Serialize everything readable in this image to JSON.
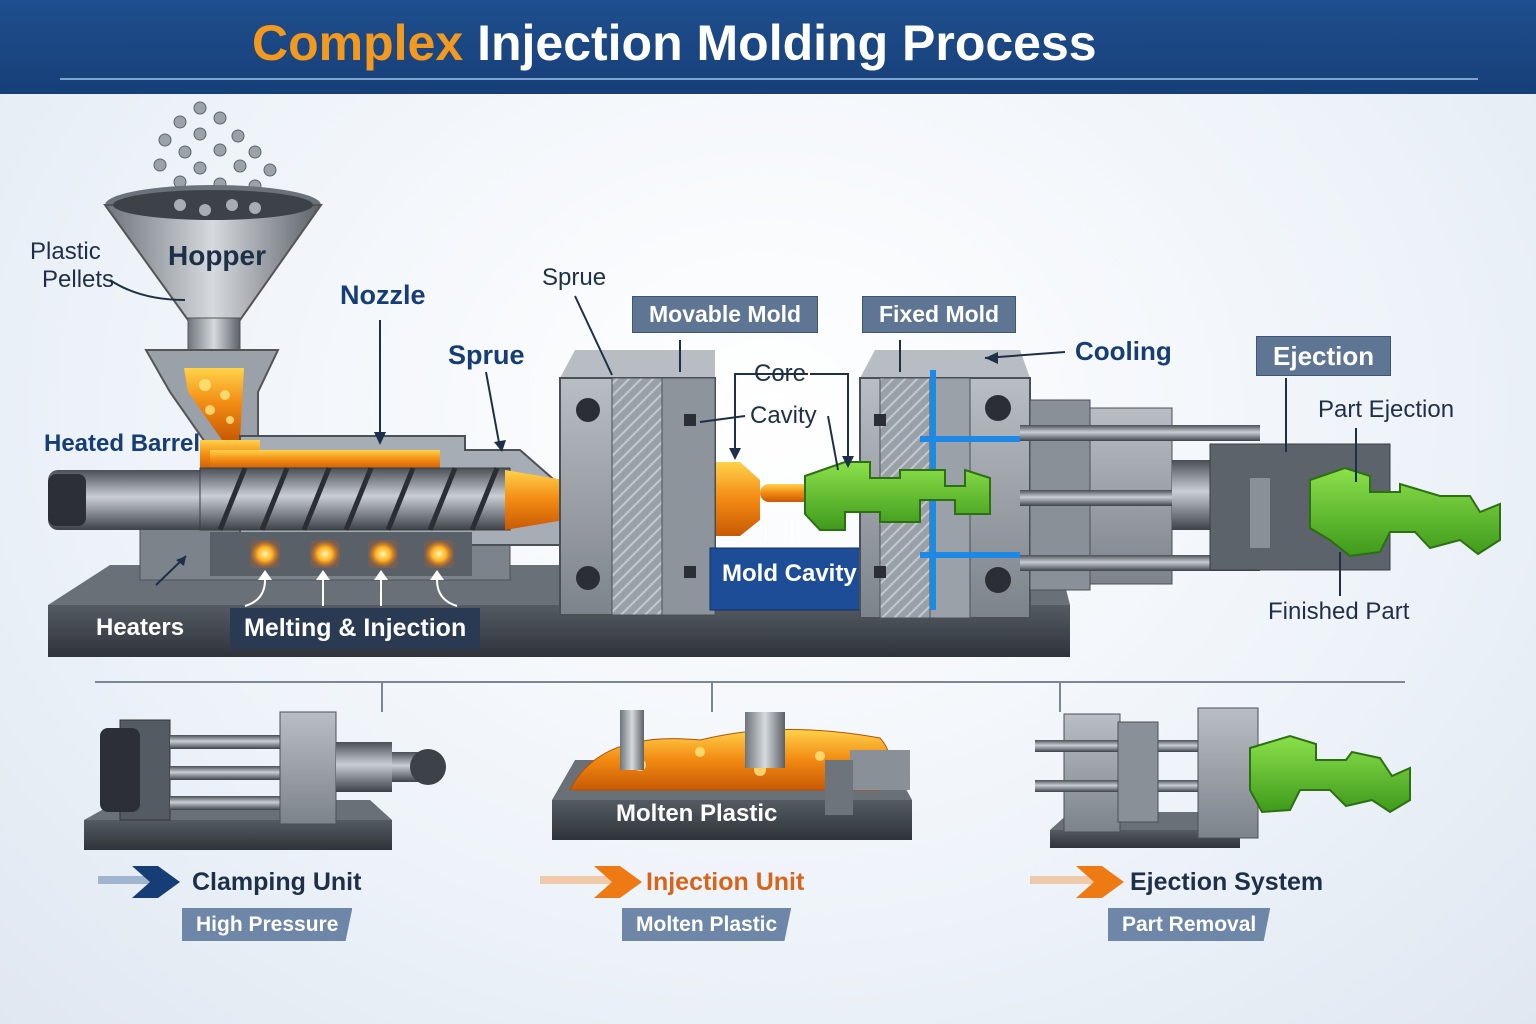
{
  "title": {
    "accent": "Complex",
    "rest": "Injection Molding Process"
  },
  "labels": {
    "plastic_pellets": [
      "Plastic",
      "Pellets"
    ],
    "hopper": "Hopper",
    "nozzle": "Nozzle",
    "sprue_top": "Sprue",
    "sprue": "Sprue",
    "heated_barrel": "Heated Barrel",
    "movable_mold": "Movable Mold",
    "fixed_mold": "Fixed Mold",
    "cooling": "Cooling",
    "core": "Core",
    "cavity": "Cavity",
    "mold_cavity": "Mold Cavity",
    "ejection": "Ejection",
    "part_ejection": "Part Ejection",
    "finished_part": "Finished Part",
    "heaters": "Heaters",
    "melting_injection": "Melting & Injection"
  },
  "units": [
    {
      "title": "Clamping Unit",
      "subtitle": "High Pressure"
    },
    {
      "title": "Injection Unit",
      "subtitle": "Molten Plastic",
      "scene_label": "Molten Plastic"
    },
    {
      "title": "Ejection System",
      "subtitle": "Part Removal"
    }
  ],
  "colors": {
    "header_bg": "#1f4f8e",
    "accent_orange": "#f39a1e",
    "molten": "#f28a12",
    "part_green": "#5fbf2a",
    "cooling_blue": "#1e88e5",
    "steel": "#8a8f96",
    "label_box": "#5e7593"
  }
}
